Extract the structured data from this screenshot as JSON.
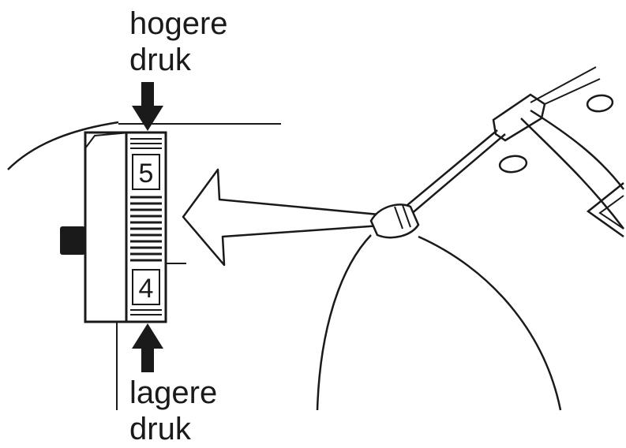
{
  "labels": {
    "higher_line1": "hogere",
    "higher_line2": "druk",
    "lower_line1": "lagere",
    "lower_line2": "druk"
  },
  "dial": {
    "upper_number": "5",
    "lower_number": "4"
  },
  "colors": {
    "ink": "#1a1a1a",
    "paper": "#ffffff"
  }
}
